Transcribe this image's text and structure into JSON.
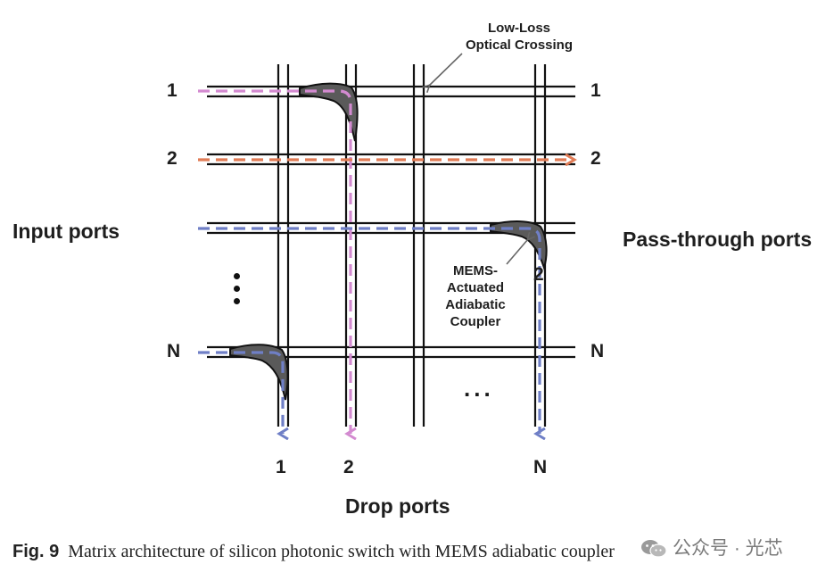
{
  "diagram": {
    "input_label": "Input ports",
    "passthrough_label": "Pass-through ports",
    "drop_label": "Drop ports",
    "crossing_note_line1": "Low-Loss",
    "crossing_note_line2": "Optical Crossing",
    "coupler_note_line1": "MEMS-",
    "coupler_note_line2": "Actuated",
    "coupler_note_line3": "Adiabatic",
    "coupler_note_line4": "Coupler",
    "inner_port_label": "2",
    "input_ports": [
      "1",
      "2",
      "N"
    ],
    "passthrough_ports": [
      "1",
      "2",
      "N"
    ],
    "drop_ports": [
      "1",
      "2",
      "N"
    ],
    "ellipsis": "...",
    "colors": {
      "pink": "#d38ad0",
      "orange": "#e07b55",
      "blue": "#6f7fc6",
      "grid": "#111111",
      "coupler": "#555555"
    }
  },
  "caption": {
    "fig_label": "Fig. 9",
    "text": "Matrix architecture of silicon photonic switch with MEMS adiabatic coupler"
  },
  "watermark": {
    "text": "公众号 · 光芯",
    "icon": "wechat-icon"
  }
}
